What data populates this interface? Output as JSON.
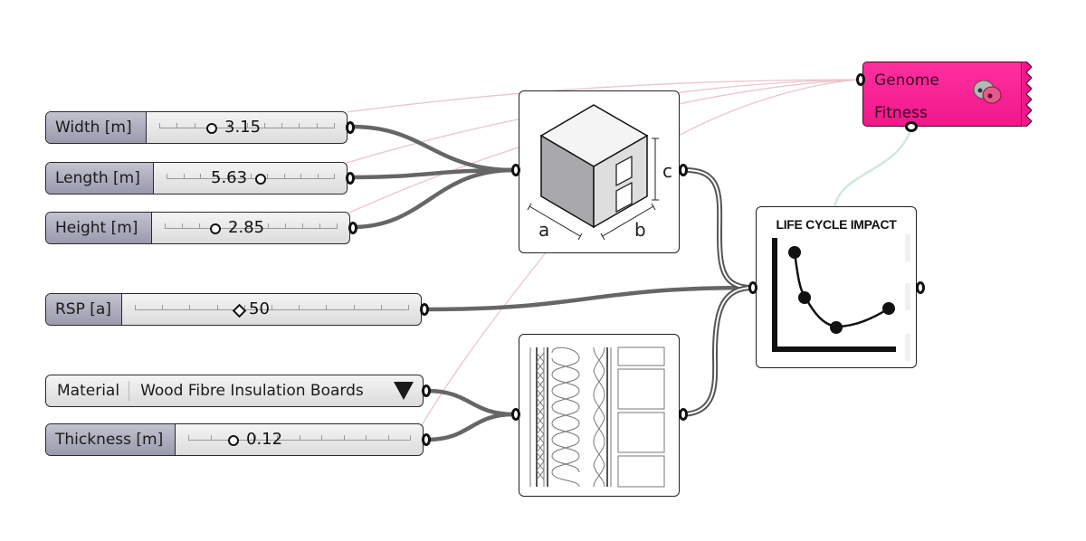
{
  "canvas": {
    "background": "#ffffff"
  },
  "sliders": [
    {
      "id": "width",
      "label": "Width [m]",
      "value": "3.15",
      "grip": "circle",
      "fraction": 0.32
    },
    {
      "id": "length",
      "label": "Length [m]",
      "value": "5.63",
      "grip": "circle",
      "fraction": 0.56
    },
    {
      "id": "height",
      "label": "Height [m]",
      "value": "2.85",
      "grip": "circle",
      "fraction": 0.3
    },
    {
      "id": "rsp",
      "label": "RSP [a]",
      "value": "50",
      "grip": "diamond",
      "fraction": 0.35
    },
    {
      "id": "thickness",
      "label": "Thickness [m]",
      "value": "0.12",
      "grip": "circle",
      "fraction": 0.23
    }
  ],
  "material_list": {
    "label": "Material",
    "selected": "Wood Fibre Insulation Boards",
    "arrow_icon": "dropdown-triangle-icon"
  },
  "building_component": {
    "icon": "isometric-building-icon",
    "dimension_labels": {
      "a": "a",
      "b": "b",
      "c": "c"
    }
  },
  "wall_component": {
    "icon": "wall-section-insulation-icon"
  },
  "lci_component": {
    "title": "LIFE CYCLE IMPACT",
    "icon": "curve-chart-icon"
  },
  "galapagos": {
    "inputs": [
      "Genome",
      "Fitness"
    ],
    "icon": "galapagos-solver-icon",
    "color": "#f0188a"
  },
  "wire_colors": {
    "data": "#666666",
    "genome": "#e8c4c8",
    "fitness": "#cde8d8"
  }
}
